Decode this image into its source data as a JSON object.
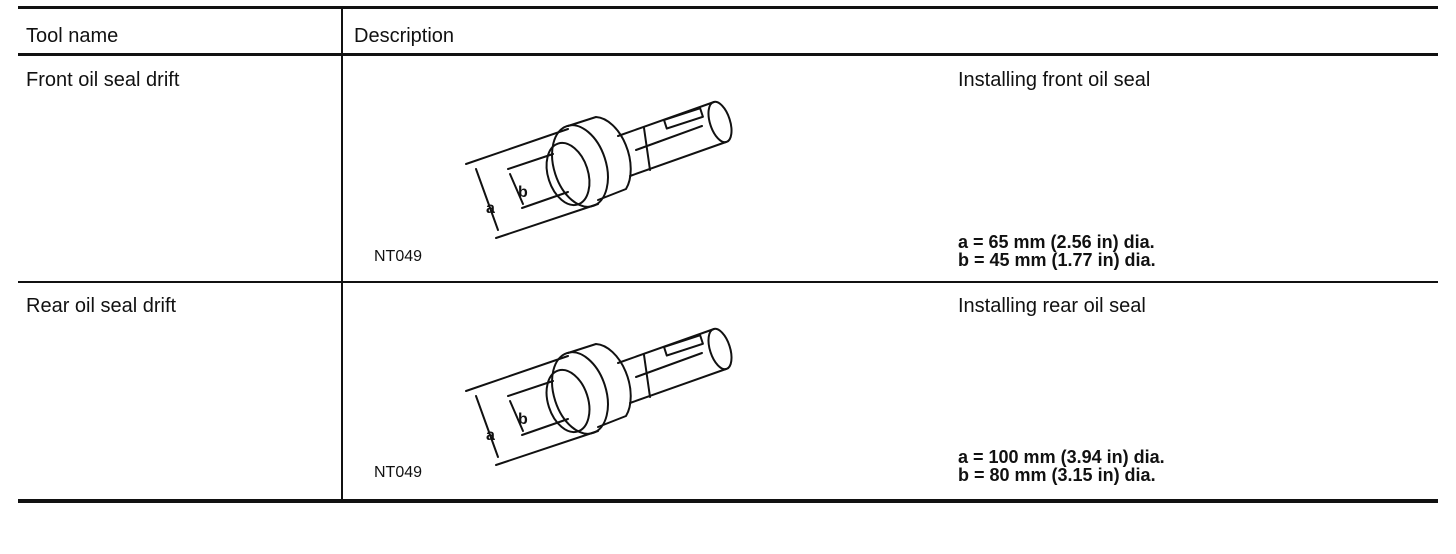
{
  "header": {
    "tool_name": "Tool name",
    "description": "Description"
  },
  "rows": [
    {
      "tool_name": "Front oil seal drift",
      "purpose": "Installing front oil seal",
      "figure_id": "NT049",
      "figure_labels": {
        "a": "a",
        "b": "b"
      },
      "spec_a": "a = 65 mm (2.56 in) dia.",
      "spec_b": "b = 45 mm (1.77 in) dia."
    },
    {
      "tool_name": "Rear oil seal drift",
      "purpose": "Installing rear oil seal",
      "figure_id": "NT049",
      "figure_labels": {
        "a": "a",
        "b": "b"
      },
      "spec_a": "a = 100 mm (3.94 in) dia.",
      "spec_b": "b = 80 mm (3.15 in) dia."
    }
  ]
}
